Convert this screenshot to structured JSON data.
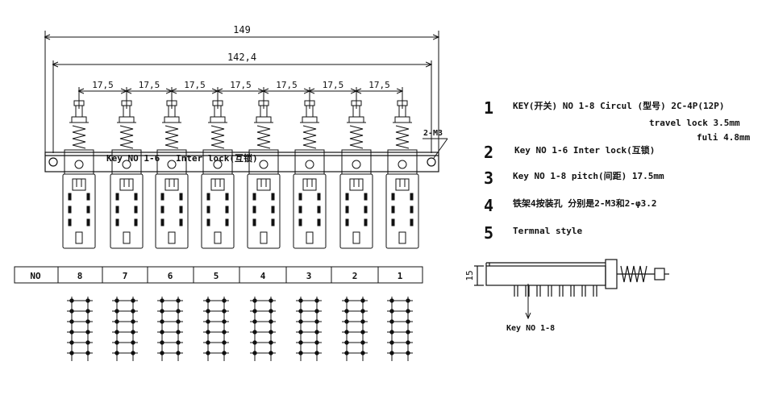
{
  "dimensions": {
    "overall": "149",
    "mount": "142,4",
    "pitch": [
      "17,5",
      "17,5",
      "17,5",
      "17,5",
      "17,5",
      "17,5",
      "17,5"
    ],
    "height": "15",
    "hole_label": "2-M3"
  },
  "overlay_label": "Key NO 1-6   Inter lock(互锁)",
  "table": {
    "header": "NO",
    "cells": [
      "8",
      "7",
      "6",
      "5",
      "4",
      "3",
      "2",
      "1"
    ]
  },
  "side_label": "Key NO 1-8",
  "notes": [
    {
      "num": "1",
      "text": "KEY(开关) NO 1-8   Circul (型号)    2C-4P(12P)"
    },
    {
      "num": "",
      "text": "travel    lock  3.5mm"
    },
    {
      "num": "",
      "text": "fuli  4.8mm"
    },
    {
      "num": "2",
      "text": "Key NO 1-6    Inter lock(互锁)"
    },
    {
      "num": "3",
      "text": "Key NO 1-8   pitch(间距) 17.5mm"
    },
    {
      "num": "4",
      "text": "铁架4按装孔 分别是2-M3和2-φ3.2"
    },
    {
      "num": "5",
      "text": "Termnal style"
    }
  ]
}
